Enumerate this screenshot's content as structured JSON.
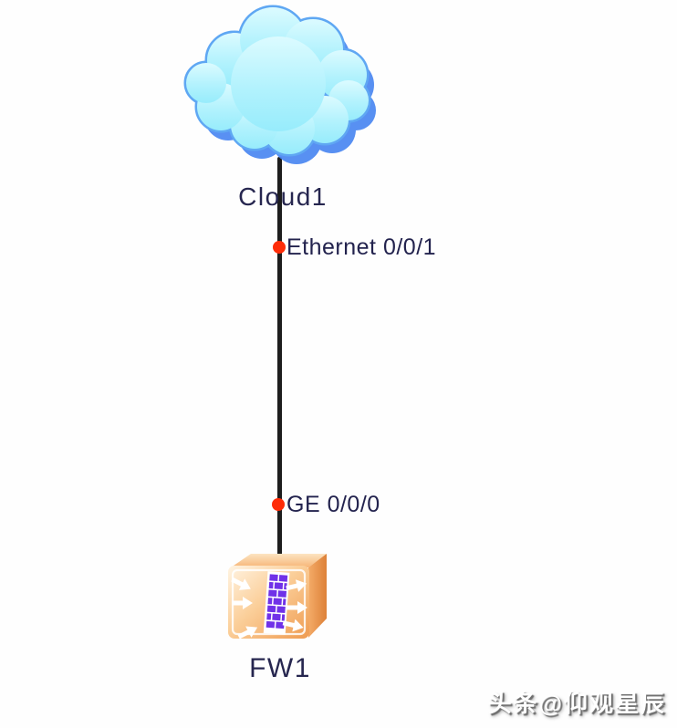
{
  "topology": {
    "nodes": {
      "cloud": {
        "type": "cloud",
        "label": "Cloud1"
      },
      "firewall": {
        "type": "firewall",
        "label": "FW1"
      }
    },
    "link": {
      "from": "Cloud1",
      "to": "FW1",
      "top_endpoint": {
        "interface": "Ethernet 0/0/1",
        "marker": "red-dot"
      },
      "bottom_endpoint": {
        "interface": "GE 0/0/0",
        "marker": "red-dot"
      }
    }
  },
  "watermark": {
    "text": "头条@仰观星辰"
  },
  "colors": {
    "background": "#fefefe",
    "link_line": "#1d1d1d",
    "endpoint_marker": "#fe2c08",
    "label_text": "#26264f",
    "cloud_fill_top": "#d9faff",
    "cloud_fill_bottom": "#99ecfc",
    "cloud_rim": "#5fa7f3",
    "cloud_shadow": "#4b87f2",
    "firewall_front_light": "#fff4e3",
    "firewall_front_dark": "#ef9b50",
    "firewall_side": "#dd8138",
    "firewall_wall_brick": "#7031e8",
    "watermark_text": "#ffffff"
  }
}
